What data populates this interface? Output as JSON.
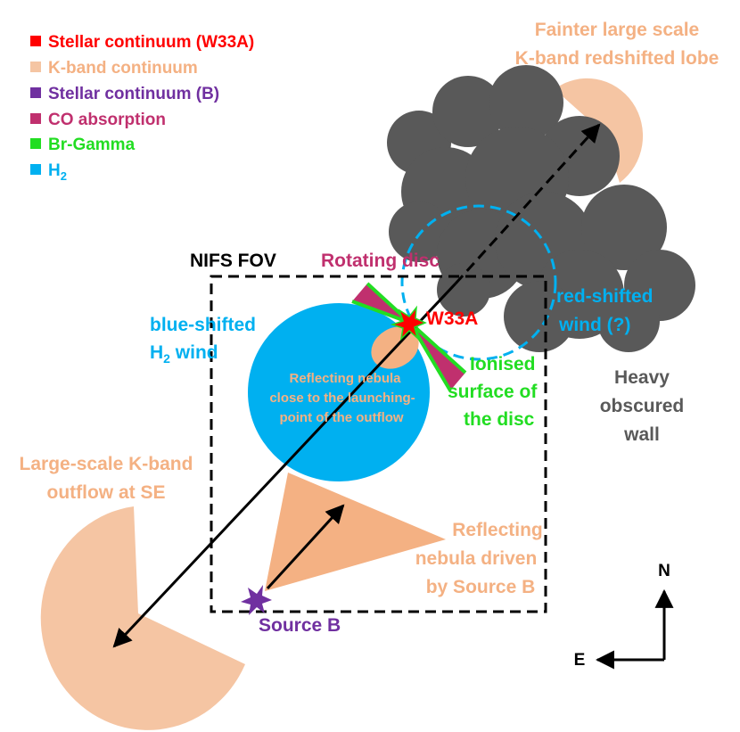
{
  "colors": {
    "stellar_w33a": "#ff0000",
    "k_band": "#f5c5a3",
    "k_band_text": "#f4b183",
    "stellar_b": "#7030a0",
    "co": "#c0306e",
    "br_gamma": "#22dd22",
    "h2": "#00b0f0",
    "cloud": "#595959",
    "nebula": "#f4b183",
    "wall_text": "#595959",
    "black": "#000000"
  },
  "legend": {
    "stellar_w33a": "Stellar continuum (W33A)",
    "k_band": "K-band continuum",
    "stellar_b": "Stellar continuum (B)",
    "co": "CO absorption",
    "br_gamma": "Br-Gamma",
    "h2_main": "H",
    "h2_sub": "2"
  },
  "labels": {
    "fainter_lobe_line1": "Fainter large scale",
    "fainter_lobe_line2": "K-band redshifted lobe",
    "nifs_fov": "NIFS FOV",
    "rotating_disc": "Rotating disc",
    "w33a": "W33A",
    "red_wind_line1": "red-shifted",
    "red_wind_line2": "wind (?)",
    "blue_wind_line1": "blue-shifted",
    "blue_wind_line2_main": "H",
    "blue_wind_line2_sub": "2",
    "blue_wind_line2_rest": " wind",
    "ionised_line1": "Ionised",
    "ionised_line2": "surface of",
    "ionised_line3": "the disc",
    "nebula_line1": "Reflecting nebula",
    "nebula_line2": "close to the launching-",
    "nebula_line3": "point of the outflow",
    "wall_line1": "Heavy",
    "wall_line2": "obscured",
    "wall_line3": "wall",
    "se_outflow_line1": "Large-scale K-band",
    "se_outflow_line2": "outflow at SE",
    "nebula_b_line1": "Reflecting",
    "nebula_b_line2": "nebula driven",
    "nebula_b_line3": "by Source B",
    "source_b": "Source B",
    "north": "N",
    "east": "E"
  }
}
